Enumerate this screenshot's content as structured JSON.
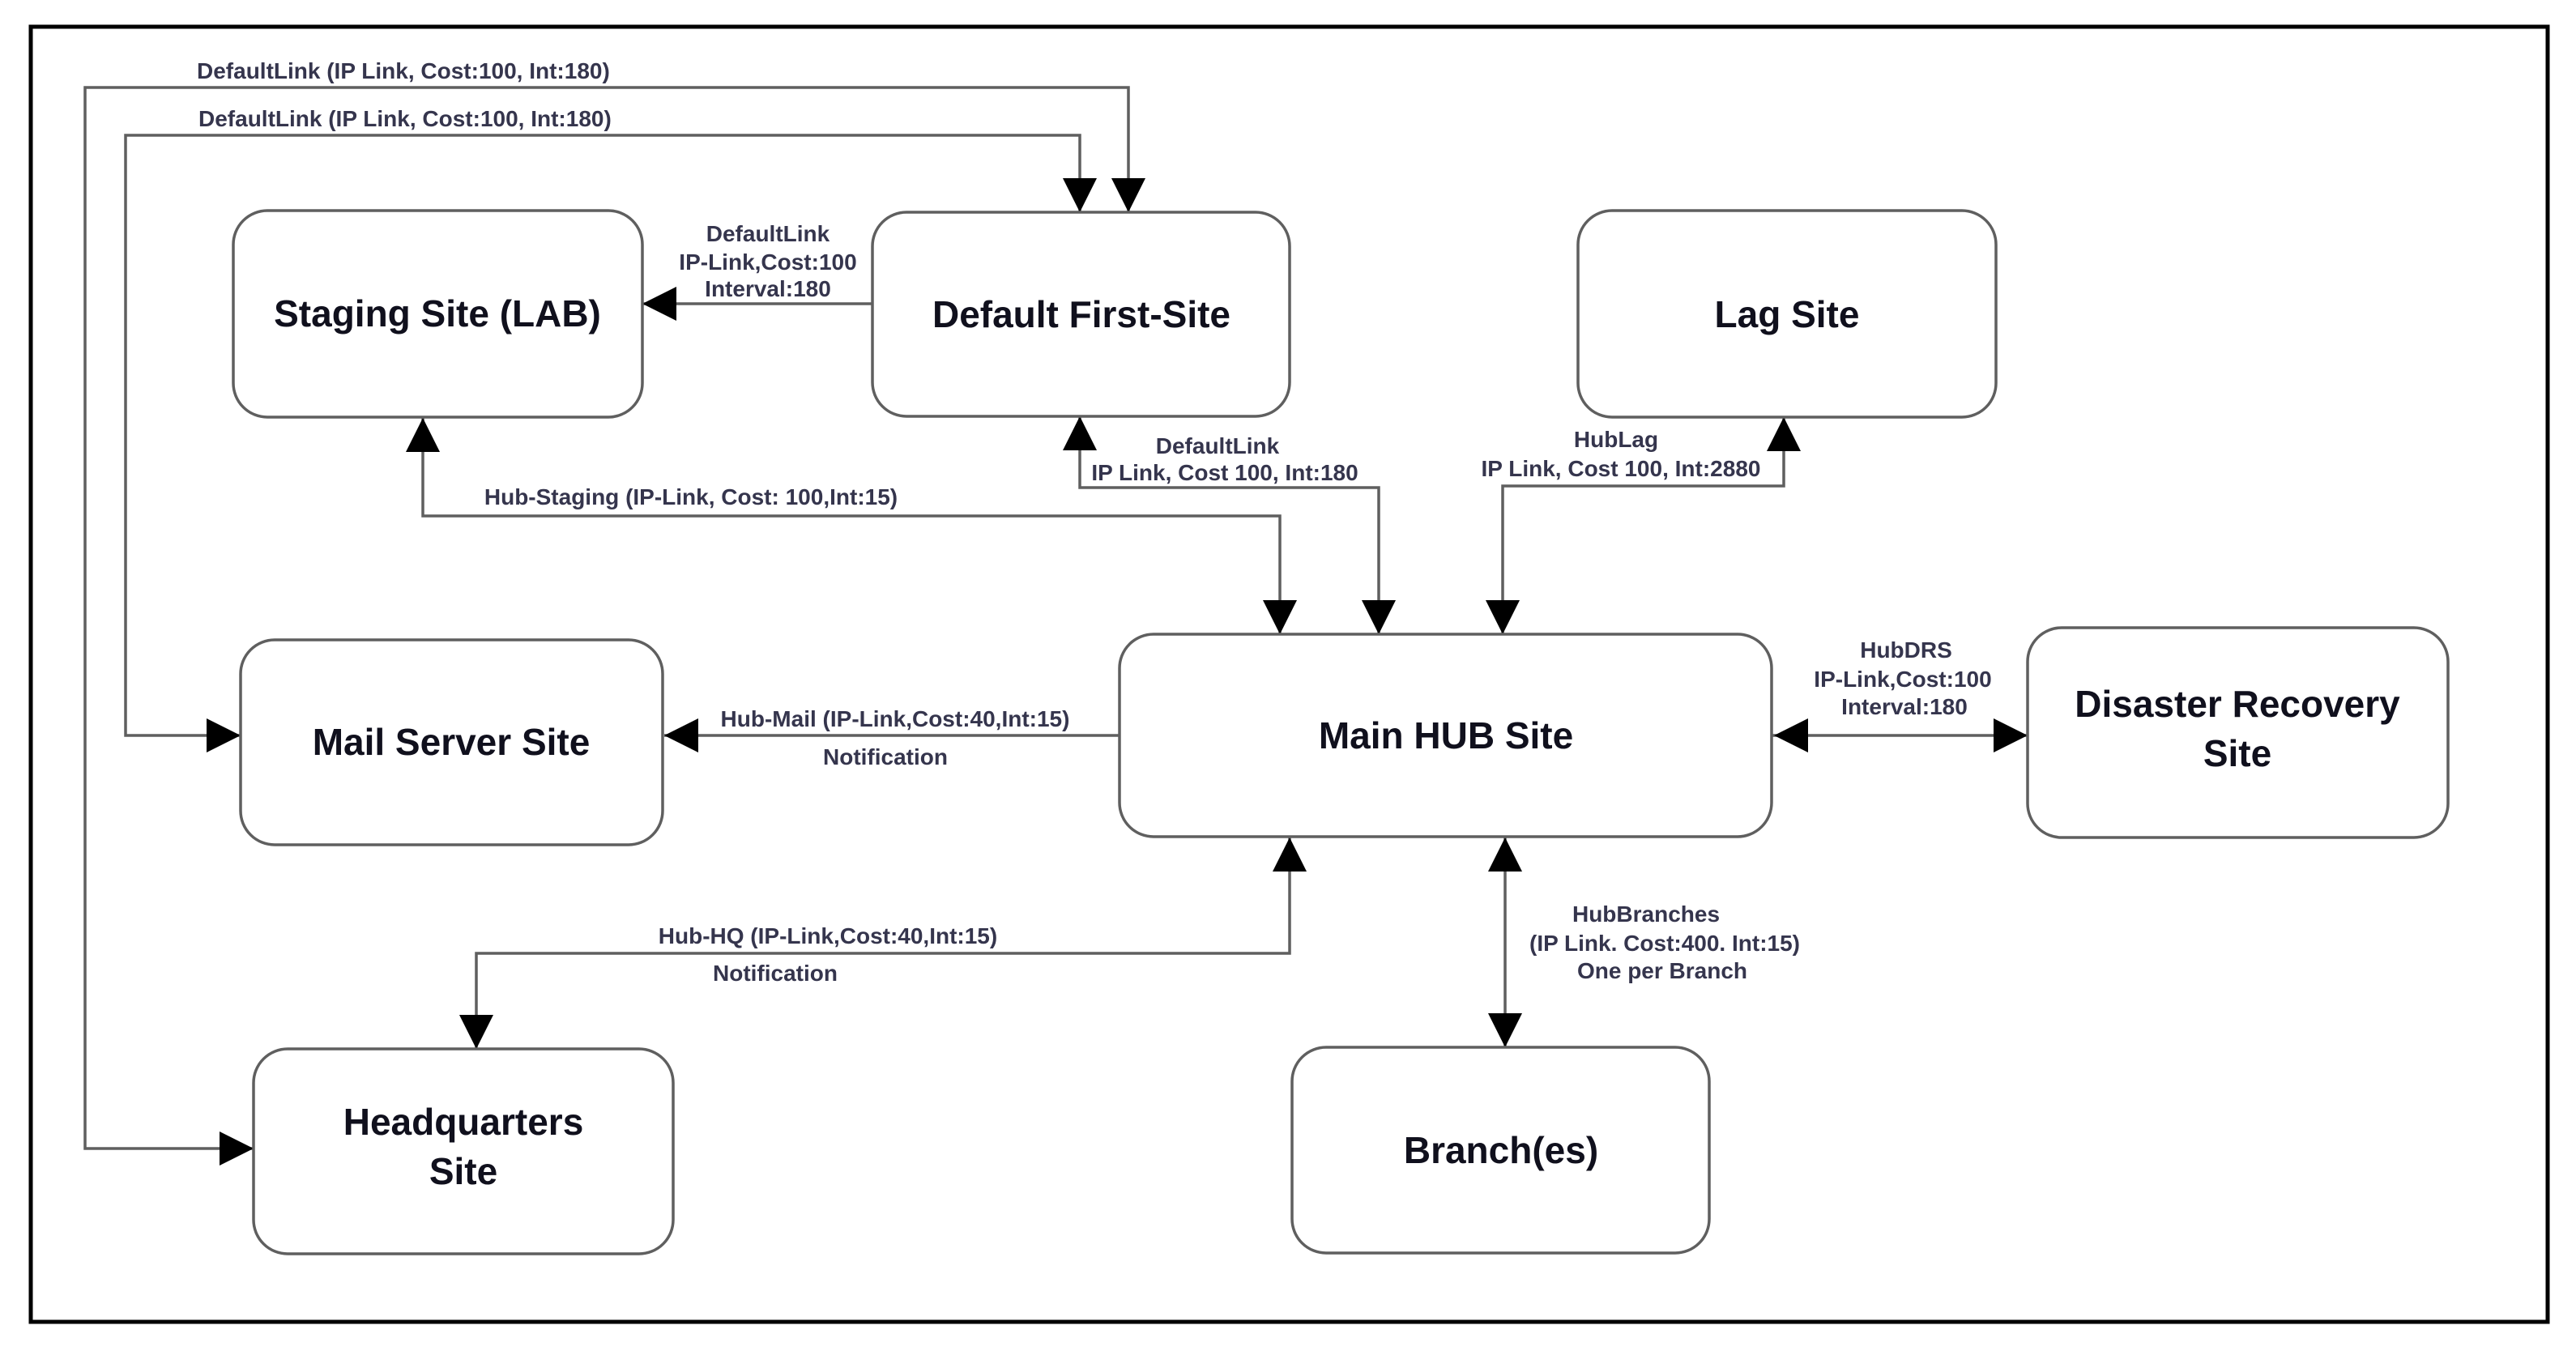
{
  "nodes": {
    "staging": {
      "label": "Staging Site (LAB)"
    },
    "default_first": {
      "label": "Default First-Site"
    },
    "lag": {
      "label": "Lag Site"
    },
    "mail": {
      "label": "Mail Server Site"
    },
    "hub": {
      "label": "Main HUB Site"
    },
    "drs": {
      "line1": "Disaster Recovery",
      "line2": "Site"
    },
    "hq": {
      "line1": "Headquarters",
      "line2": "Site"
    },
    "branch": {
      "label": "Branch(es)"
    }
  },
  "links": {
    "hq_default": {
      "label": "DefaultLink  (IP Link, Cost:100, Int:180)",
      "from": "Headquarters Site",
      "to": "Default First-Site",
      "direction": "bidirectional"
    },
    "mail_default": {
      "label": "DefaultLink  (IP Link, Cost:100, Int:180)",
      "from": "Mail Server Site",
      "to": "Default First-Site",
      "direction": "bidirectional"
    },
    "default_staging": {
      "line1": "DefaultLink",
      "line2": "IP-Link,Cost:100",
      "line3": "Interval:180",
      "from": "Default First-Site",
      "to": "Staging Site (LAB)",
      "direction": "one-way"
    },
    "default_hub": {
      "line1": "DefaultLink",
      "line2": "IP Link, Cost 100, Int:180",
      "from": "Default First-Site",
      "to": "Main HUB Site",
      "direction": "bidirectional"
    },
    "hub_lag": {
      "line1": "HubLag",
      "line2": "IP Link, Cost 100, Int:2880",
      "from": "Main HUB Site",
      "to": "Lag Site",
      "direction": "bidirectional"
    },
    "hub_staging": {
      "line1": "Hub-Staging (IP-Link, Cost: 100,Int:15)",
      "from": "Main HUB Site",
      "to": "Staging Site (LAB)",
      "direction": "bidirectional"
    },
    "hub_mail": {
      "line1": "Hub-Mail (IP-Link,Cost:40,Int:15)",
      "line2": "Notification",
      "from": "Main HUB Site",
      "to": "Mail Server Site",
      "direction": "one-way"
    },
    "hub_drs": {
      "line1": "HubDRS",
      "line2": "IP-Link,Cost:100",
      "line3": "Interval:180",
      "from": "Main HUB Site",
      "to": "Disaster Recovery Site",
      "direction": "bidirectional"
    },
    "hub_hq": {
      "line1": "Hub-HQ (IP-Link,Cost:40,Int:15)",
      "line2": "Notification",
      "from": "Main HUB Site",
      "to": "Headquarters Site",
      "direction": "bidirectional"
    },
    "hub_branches": {
      "line1": "HubBranches",
      "line2": "(IP Link. Cost:400. Int:15)",
      "line3": "One per Branch",
      "from": "Main HUB Site",
      "to": "Branch(es)",
      "direction": "bidirectional"
    }
  },
  "colors": {
    "background": "#ffffff",
    "frame": "#000000",
    "box_border": "#5f5f5f",
    "link_line": "#5f5f5f",
    "arrowhead": "#000000",
    "node_text": "#10101d",
    "link_text": "#35354d"
  }
}
